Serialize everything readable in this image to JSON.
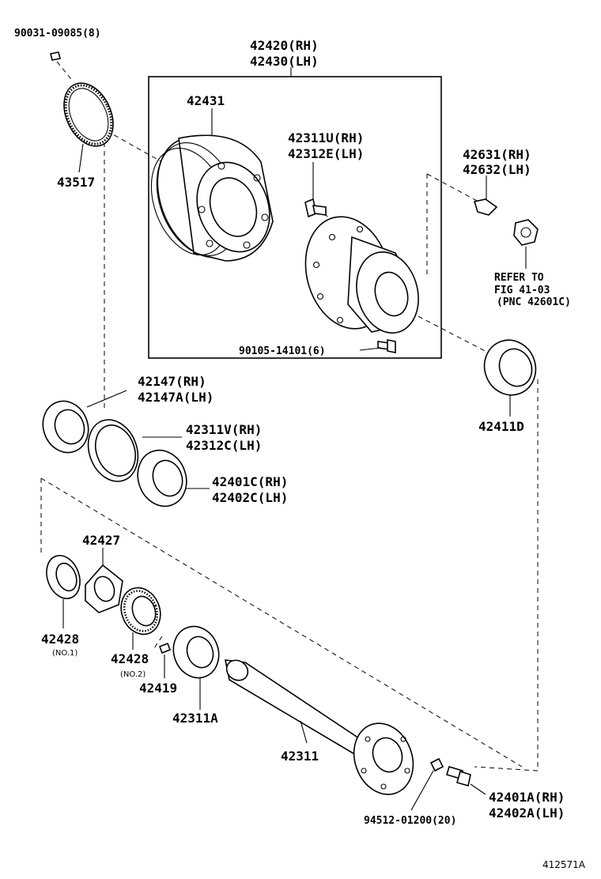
{
  "diagram_code": "412571A",
  "labels": {
    "p90031": "90031-09085(8)",
    "p43517": "43517",
    "p42420": "42420(RH)",
    "p42430": "42430(LH)",
    "p42431": "42431",
    "p42311u": "42311U(RH)",
    "p42312e": "42312E(LH)",
    "p42631": "42631(RH)",
    "p42632": "42632(LH)",
    "refer1": "REFER TO",
    "refer2": "FIG 41-03",
    "refer3": "(PNC 42601C)",
    "p90105": "90105-14101(6)",
    "p42411d": "42411D",
    "p42147": "42147(RH)",
    "p42147a": "42147A(LH)",
    "p42311v": "42311V(RH)",
    "p42312c": "42312C(LH)",
    "p42401c": "42401C(RH)",
    "p42402c": "42402C(LH)",
    "p42427": "42427",
    "p42428a": "42428",
    "p42428a_note": "(NO.1)",
    "p42428b": "42428",
    "p42428b_note": "(NO.2)",
    "p42419": "42419",
    "p42311a": "42311A",
    "p42311": "42311",
    "p94512": "94512-01200(20)",
    "p42401a": "42401A(RH)",
    "p42402a": "42402A(LH)"
  }
}
